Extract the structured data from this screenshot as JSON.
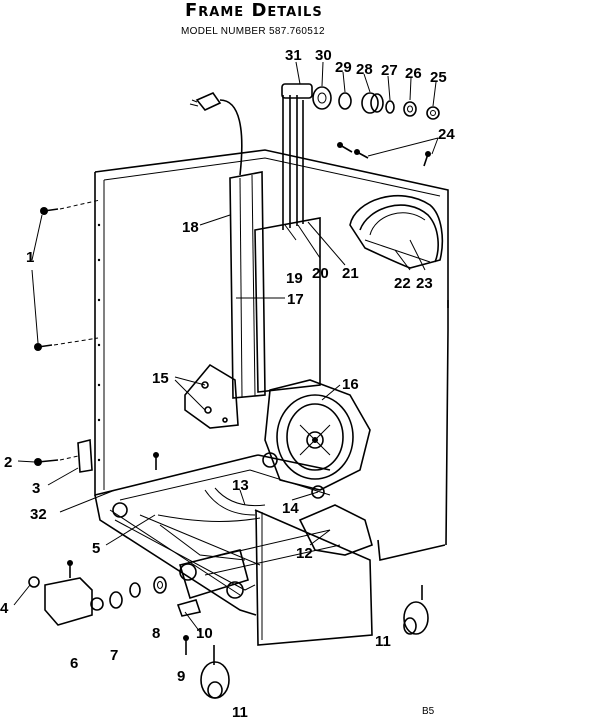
{
  "header": {
    "title": "Frame Details",
    "model": "MODEL NUMBER 587.760512"
  },
  "page_code": "B5",
  "part_labels": {
    "p1": "1",
    "p2": "2",
    "p3": "3",
    "p4": "4",
    "p5": "5",
    "p6": "6",
    "p7": "7",
    "p8": "8",
    "p9": "9",
    "p10": "10",
    "p11a": "11",
    "p11b": "11",
    "p12": "12",
    "p13": "13",
    "p14": "14",
    "p15": "15",
    "p16": "16",
    "p17": "17",
    "p18": "18",
    "p19": "19",
    "p20": "20",
    "p21": "21",
    "p22": "22",
    "p23": "23",
    "p24": "24",
    "p25": "25",
    "p26": "26",
    "p27": "27",
    "p28": "28",
    "p29": "29",
    "p30": "30",
    "p31": "31",
    "p32": "32"
  }
}
